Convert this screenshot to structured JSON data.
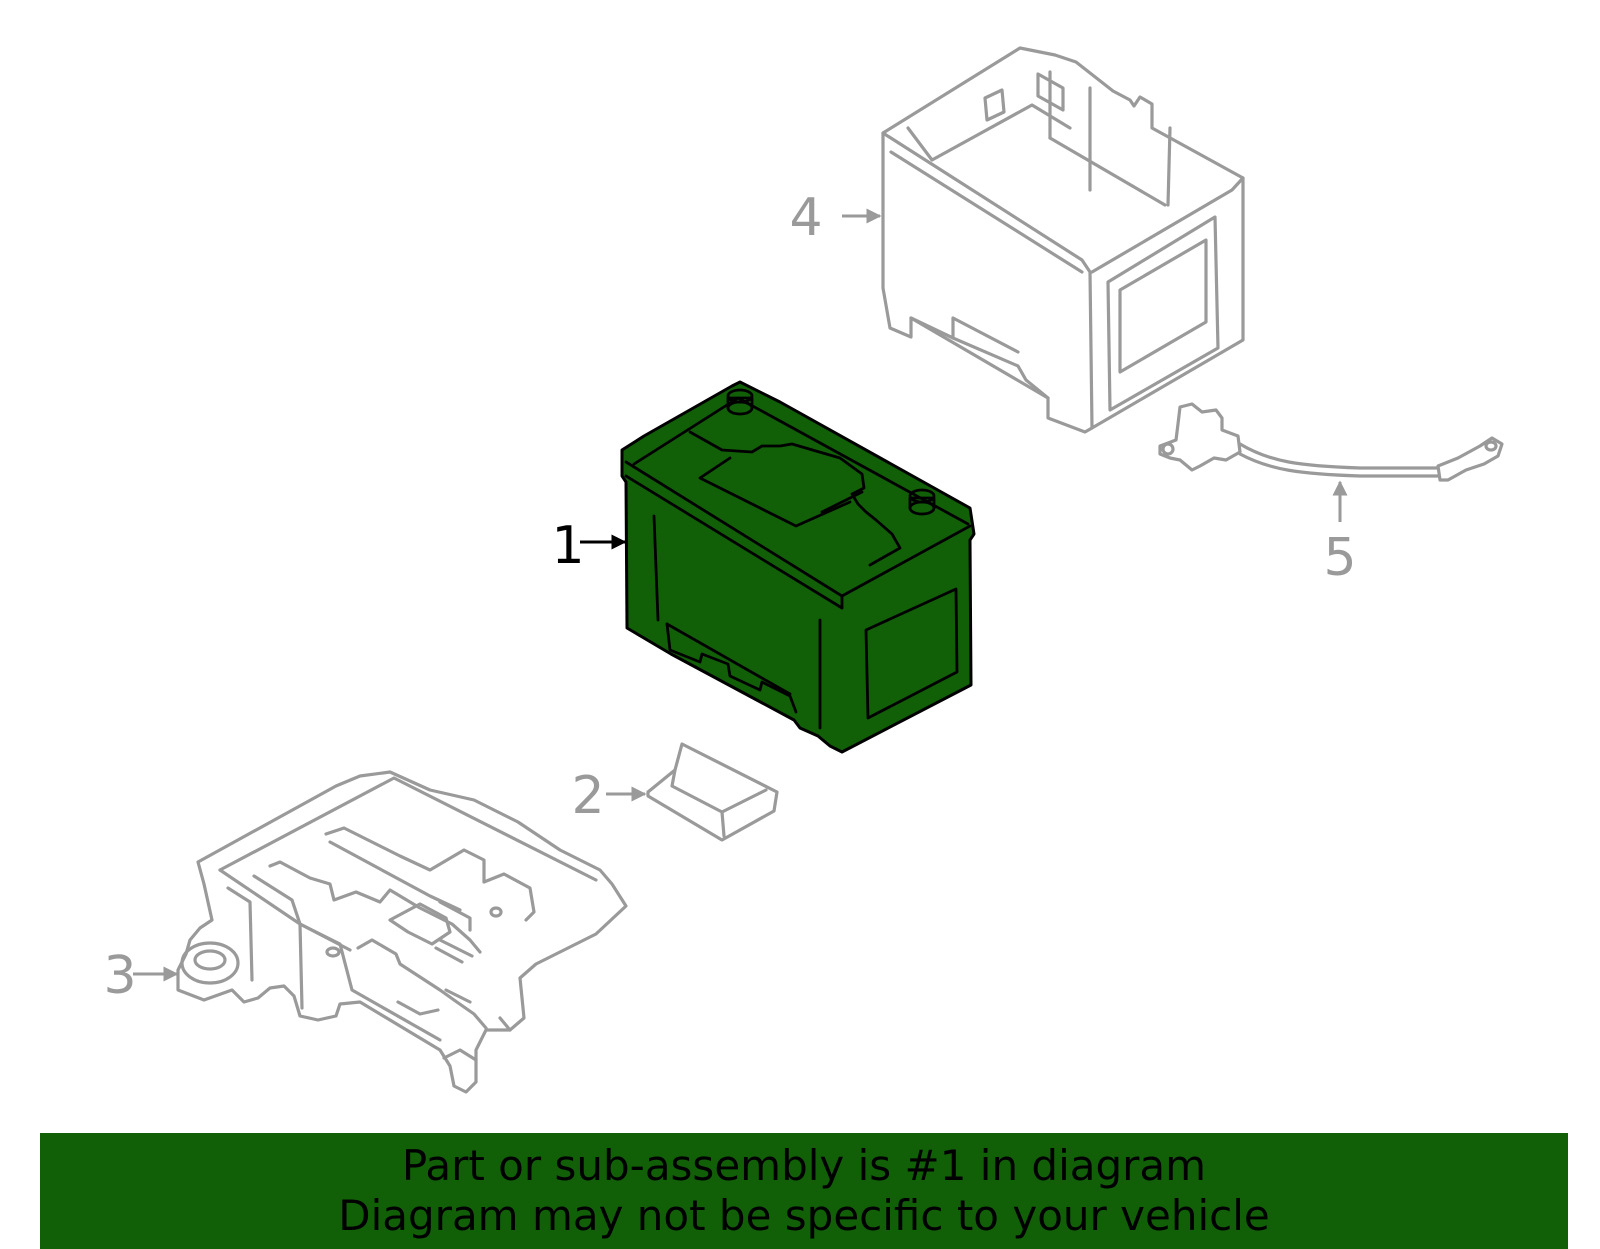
{
  "colors": {
    "highlight": "#116008",
    "outline": "#000000",
    "muted": "#9a9a9a",
    "background": "#ffffff"
  },
  "callouts": [
    {
      "label": "1",
      "part": "battery",
      "highlighted": true
    },
    {
      "label": "2",
      "part": "battery-shim",
      "highlighted": false
    },
    {
      "label": "3",
      "part": "battery-tray",
      "highlighted": false
    },
    {
      "label": "4",
      "part": "battery-cover-box",
      "highlighted": false
    },
    {
      "label": "5",
      "part": "battery-cable",
      "highlighted": false
    }
  ],
  "banner": {
    "line1": "Part or sub-assembly is #1 in diagram",
    "line2": "Diagram may not be specific to your vehicle"
  }
}
